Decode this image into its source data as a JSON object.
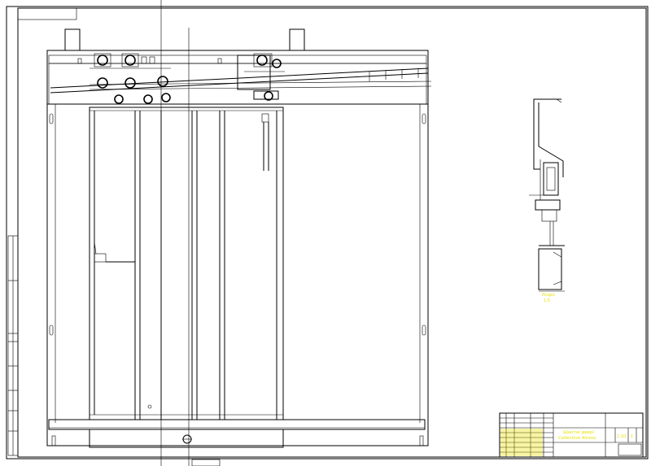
{
  "title_block": {
    "name_line1": "Шахтні двері",
    "name_line2": "Collective 4mmo",
    "scale": "1:10",
    "sheet": "1"
  },
  "section_label": {
    "line1": "Розріз",
    "line2": "1:5"
  },
  "colors": {
    "line": "#000000",
    "annotation": "#e8e000",
    "background": "#ffffff"
  }
}
